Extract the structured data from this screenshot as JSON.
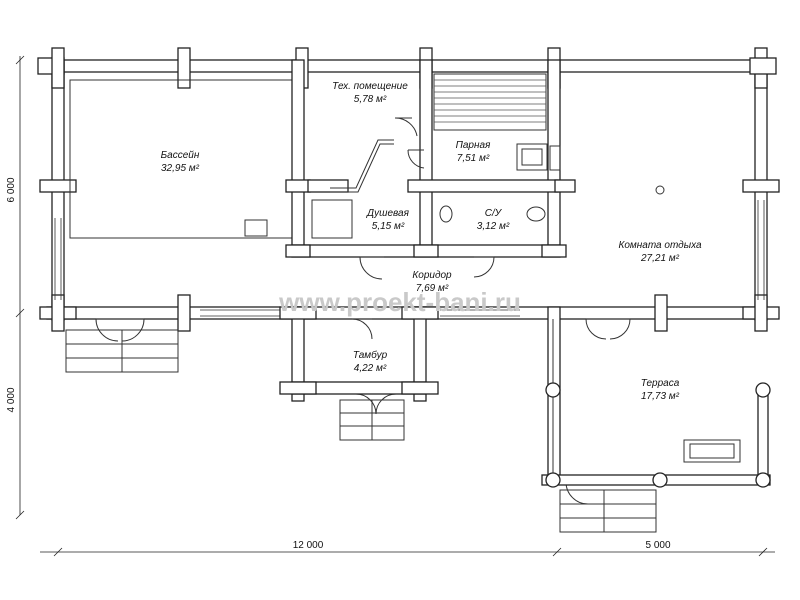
{
  "watermark": "www.proekt-bani.ru",
  "rooms": {
    "tech": {
      "name": "Тех. помещение",
      "area": "5,78 м²"
    },
    "pool": {
      "name": "Бассейн",
      "area": "32,95 м²"
    },
    "steam": {
      "name": "Парная",
      "area": "7,51 м²"
    },
    "shower": {
      "name": "Душевая",
      "area": "5,15 м²"
    },
    "wc": {
      "name": "С/У",
      "area": "3,12 м²"
    },
    "rest": {
      "name": "Комната отдыха",
      "area": "27,21 м²"
    },
    "corridor": {
      "name": "Коридор",
      "area": "7,69 м²"
    },
    "tambur": {
      "name": "Тамбур",
      "area": "4,22 м²"
    },
    "terrace": {
      "name": "Терраса",
      "area": "17,73 м²"
    }
  },
  "dimensions": {
    "left_top": "6 000",
    "left_bottom": "4 000",
    "bottom_left": "12 000",
    "bottom_right": "5 000"
  }
}
